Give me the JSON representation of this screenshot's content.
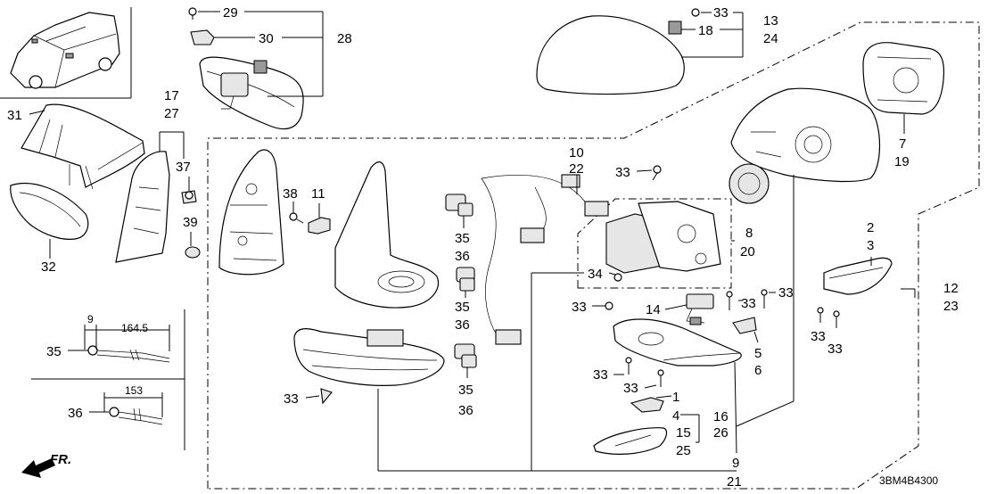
{
  "callouts": [
    {
      "id": "n29",
      "text": "29"
    },
    {
      "id": "n30",
      "text": "30"
    },
    {
      "id": "n28",
      "text": "28"
    },
    {
      "id": "n33_top",
      "text": "33"
    },
    {
      "id": "n18",
      "text": "18"
    },
    {
      "id": "n13",
      "text": "13"
    },
    {
      "id": "n24",
      "text": "24"
    },
    {
      "id": "n17",
      "text": "17"
    },
    {
      "id": "n27",
      "text": "27"
    },
    {
      "id": "n37",
      "text": "37"
    },
    {
      "id": "n39",
      "text": "39"
    },
    {
      "id": "n31",
      "text": "31"
    },
    {
      "id": "n32",
      "text": "32"
    },
    {
      "id": "n38",
      "text": "38"
    },
    {
      "id": "n11",
      "text": "11"
    },
    {
      "id": "n10",
      "text": "10"
    },
    {
      "id": "n22",
      "text": "22"
    },
    {
      "id": "n33_a",
      "text": "33"
    },
    {
      "id": "n8",
      "text": "8"
    },
    {
      "id": "n20",
      "text": "20"
    },
    {
      "id": "n7",
      "text": "7"
    },
    {
      "id": "n19",
      "text": "19"
    },
    {
      "id": "n2",
      "text": "2"
    },
    {
      "id": "n3",
      "text": "3"
    },
    {
      "id": "n35_a",
      "text": "35"
    },
    {
      "id": "n36_a",
      "text": "36"
    },
    {
      "id": "n35_b",
      "text": "35"
    },
    {
      "id": "n36_b",
      "text": "36"
    },
    {
      "id": "n35_c",
      "text": "35"
    },
    {
      "id": "n36_c",
      "text": "36"
    },
    {
      "id": "n34",
      "text": "34"
    },
    {
      "id": "n33_b",
      "text": "33"
    },
    {
      "id": "n14",
      "text": "14"
    },
    {
      "id": "n33_c",
      "text": "33"
    },
    {
      "id": "n33_d",
      "text": "33"
    },
    {
      "id": "n5",
      "text": "5"
    },
    {
      "id": "n6",
      "text": "6"
    },
    {
      "id": "n12",
      "text": "12"
    },
    {
      "id": "n23",
      "text": "23"
    },
    {
      "id": "n33_e",
      "text": "33"
    },
    {
      "id": "n33_f",
      "text": "33"
    },
    {
      "id": "n33_g",
      "text": "33"
    },
    {
      "id": "n33_h",
      "text": "33"
    },
    {
      "id": "n1",
      "text": "1"
    },
    {
      "id": "n4",
      "text": "4"
    },
    {
      "id": "n16",
      "text": "16"
    },
    {
      "id": "n26",
      "text": "26"
    },
    {
      "id": "n15",
      "text": "15"
    },
    {
      "id": "n25",
      "text": "25"
    },
    {
      "id": "n9",
      "text": "9"
    },
    {
      "id": "n21",
      "text": "21"
    },
    {
      "id": "n33_i",
      "text": "33"
    },
    {
      "id": "n35_d",
      "text": "35"
    },
    {
      "id": "n36_d",
      "text": "36"
    }
  ],
  "dimensions": {
    "d9": "9",
    "d164": "164.5",
    "d153": "153"
  },
  "front_label": "FR.",
  "diagram_code": "3BM4B4300"
}
